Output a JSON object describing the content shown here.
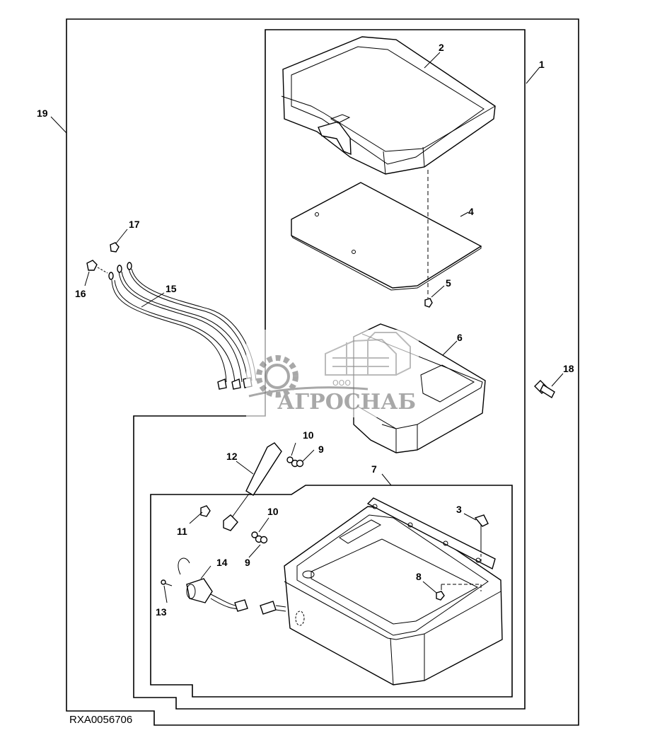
{
  "figure_id": "RXA0056706",
  "watermark": {
    "prefix": "ООО",
    "name": "АГРОСНАБ"
  },
  "callouts": [
    "1",
    "2",
    "3",
    "4",
    "5",
    "6",
    "7",
    "8",
    "9",
    "9",
    "10",
    "10",
    "11",
    "12",
    "13",
    "14",
    "15",
    "16",
    "17",
    "18",
    "19"
  ],
  "colors": {
    "line": "#000000",
    "background": "#ffffff",
    "watermark": "#9a9a9a"
  }
}
